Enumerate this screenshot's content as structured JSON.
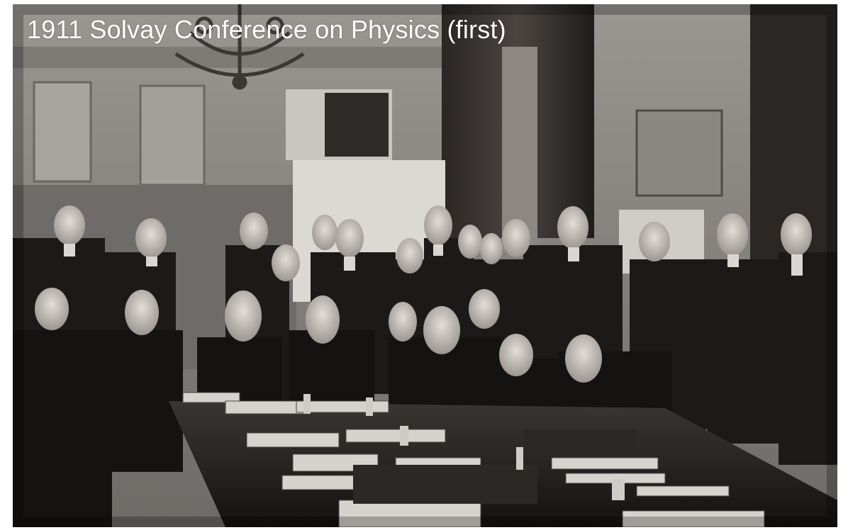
{
  "caption": "1911 Solvay Conference on Physics (first)",
  "photo": {
    "subject": "group-photograph",
    "tone": "black-and-white",
    "colors": {
      "wall": "#8c8884",
      "dark": "#1e1c1b",
      "shadow": "#121110",
      "paper": "#d8d6d2",
      "skin": "#cfc9c3"
    }
  }
}
